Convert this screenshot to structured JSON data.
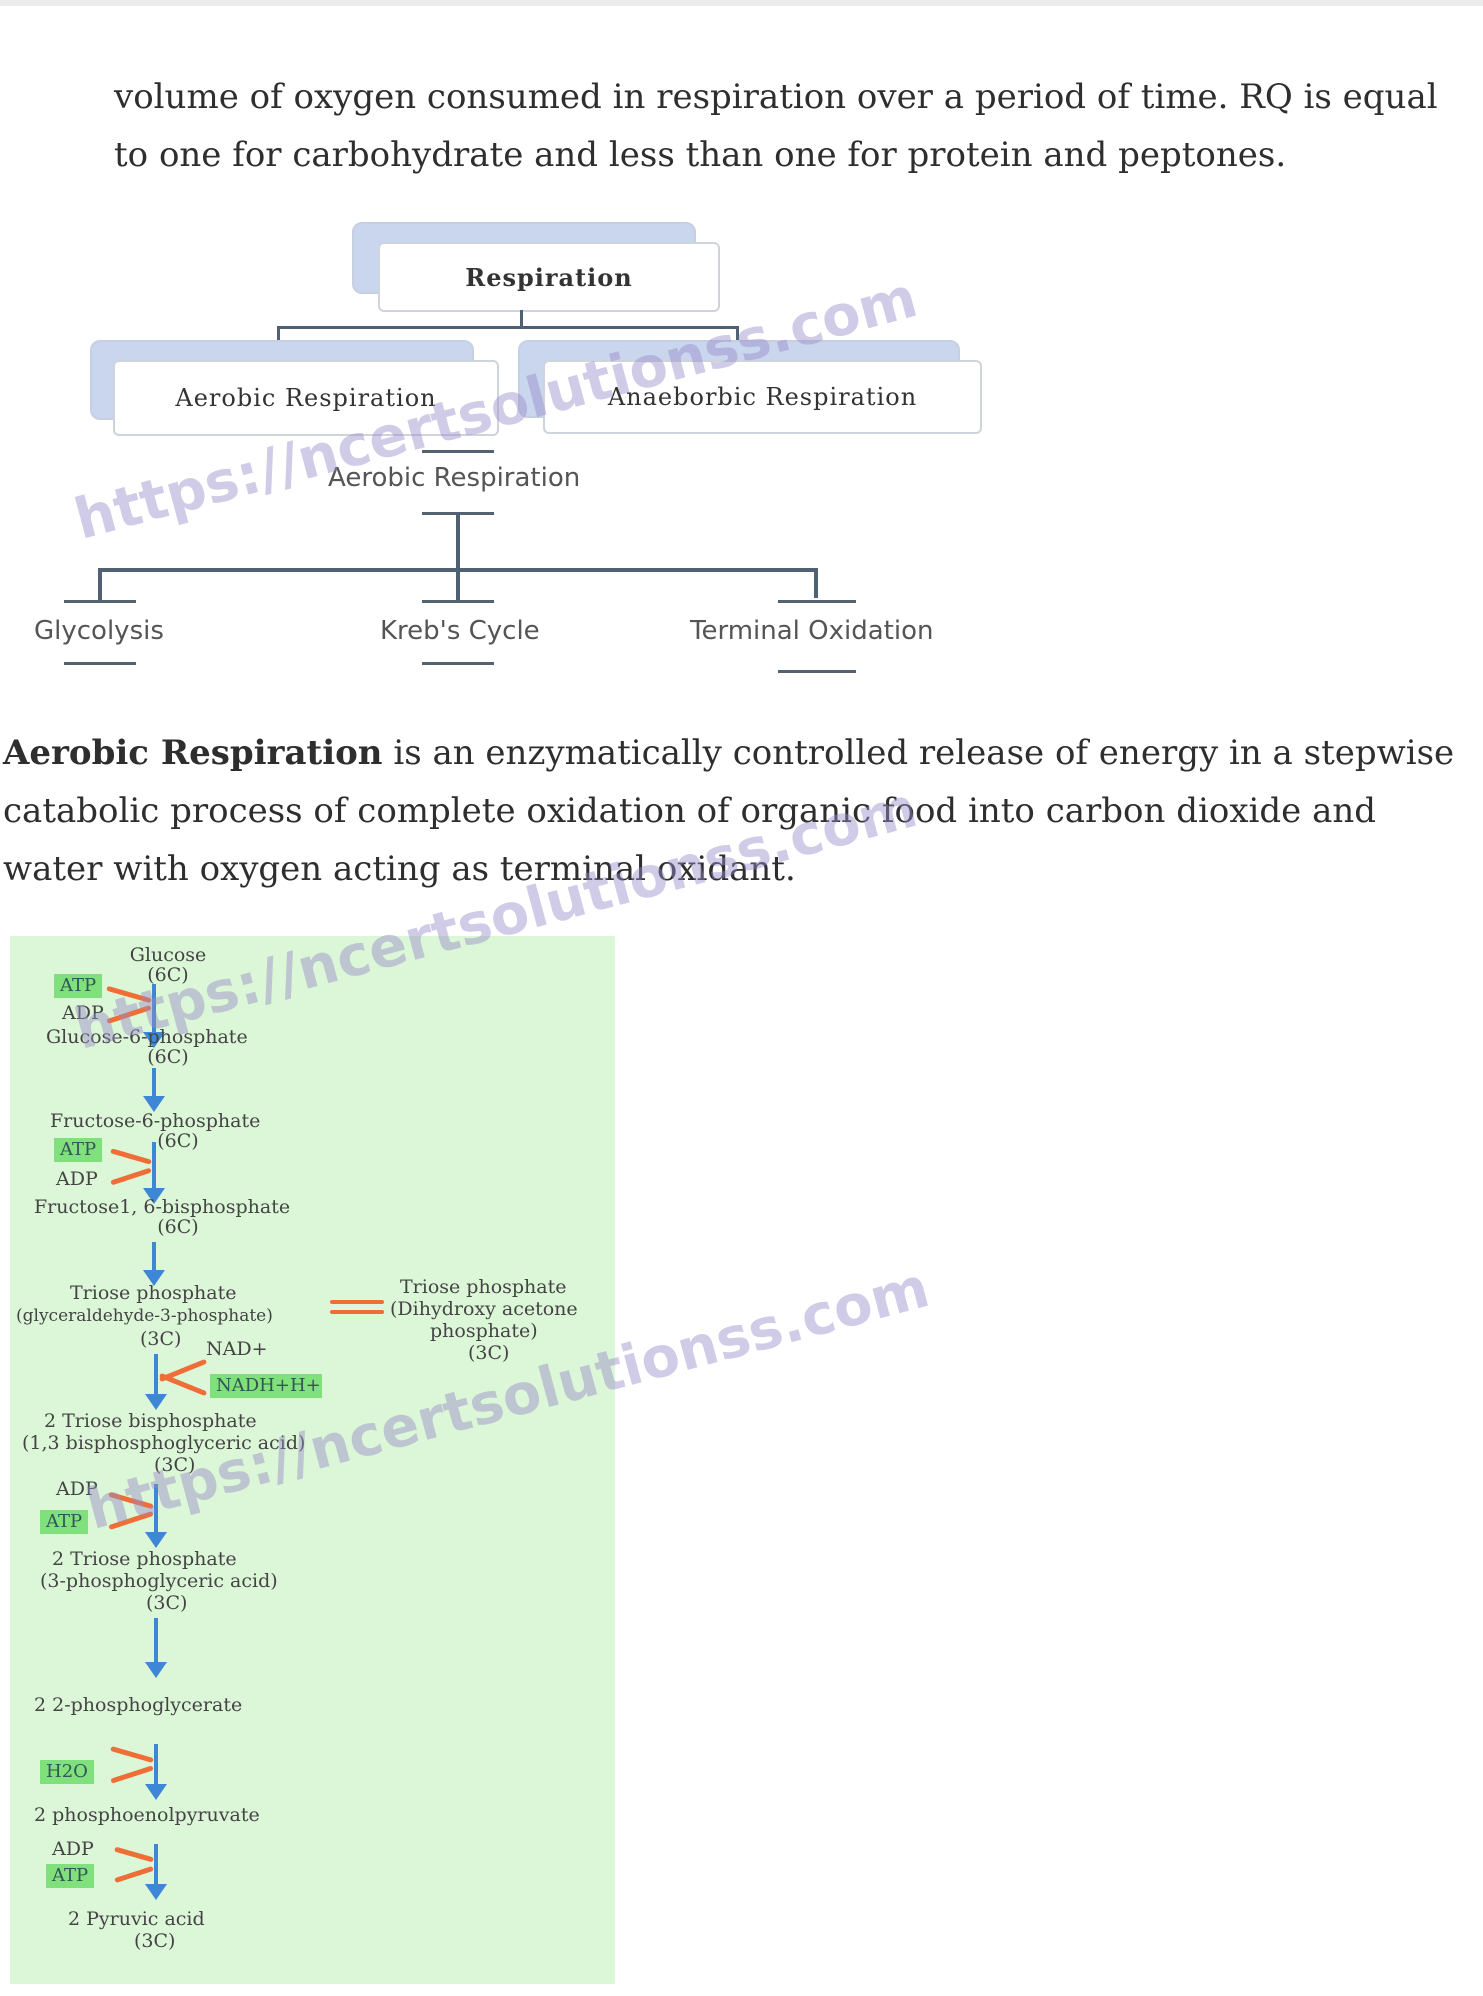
{
  "intro_text": "volume of oxygen consumed in respiration over a period of time. RQ is equal to one for carbohydrate and less than one for protein and peptones.",
  "concept_map": {
    "root": "Respiration",
    "aerobic_box": "Aerobic Respiration",
    "anaerobic_box": "Anaeborbic Respiration",
    "sub_root": "Aerobic Respiration",
    "children": [
      "Glycolysis",
      "Kreb's Cycle",
      "Terminal Oxidation"
    ]
  },
  "definition": {
    "term": "Aerobic Respiration",
    "text": " is an enzymatically controlled release of energy in a stepwise catabolic process of complete oxidation of organic food into carbon dioxide and water with oxygen acting as terminal oxidant."
  },
  "glycolysis": {
    "glucose": "Glucose",
    "glucose_c": "(6C)",
    "atp1": "ATP",
    "adp1": "ADP",
    "g6p": "Glucose-6-phosphate",
    "g6p_c": "(6C)",
    "f6p": "Fructose-6-phosphate",
    "f6p_c": "(6C)",
    "atp2": "ATP",
    "adp2": "ADP",
    "f16bp": "Fructose1, 6-bisphosphate",
    "f16bp_c": "(6C)",
    "tp": "Triose phosphate",
    "tp_sub": "(glyceraldehyde-3-phosphate)",
    "tp_c": "(3C)",
    "dhap": "Triose phosphate",
    "dhap_sub1": "(Dihydroxy acetone",
    "dhap_sub2": "phosphate)",
    "dhap_c": "(3C)",
    "nad": "NAD+",
    "nadh": "NADH+H+",
    "tbp": "2    Triose bisphosphate",
    "tbp_sub": "(1,3 bisphosphoglyceric acid)",
    "tbp_c": "(3C)",
    "adp3": "ADP",
    "atp3": "ATP",
    "tp3": "2    Triose phosphate",
    "tp3_sub": "(3-phosphoglyceric acid)",
    "tp3_c": "(3C)",
    "pg2": "2    2-phosphoglycerate",
    "h2o": "H2O",
    "pep": "2    phosphoenolpyruvate",
    "adp4": "ADP",
    "atp4": "ATP",
    "pyr": "2    Pyruvic acid",
    "pyr_c": "(3C)"
  },
  "watermark": "https://ncertsolutionss.com"
}
